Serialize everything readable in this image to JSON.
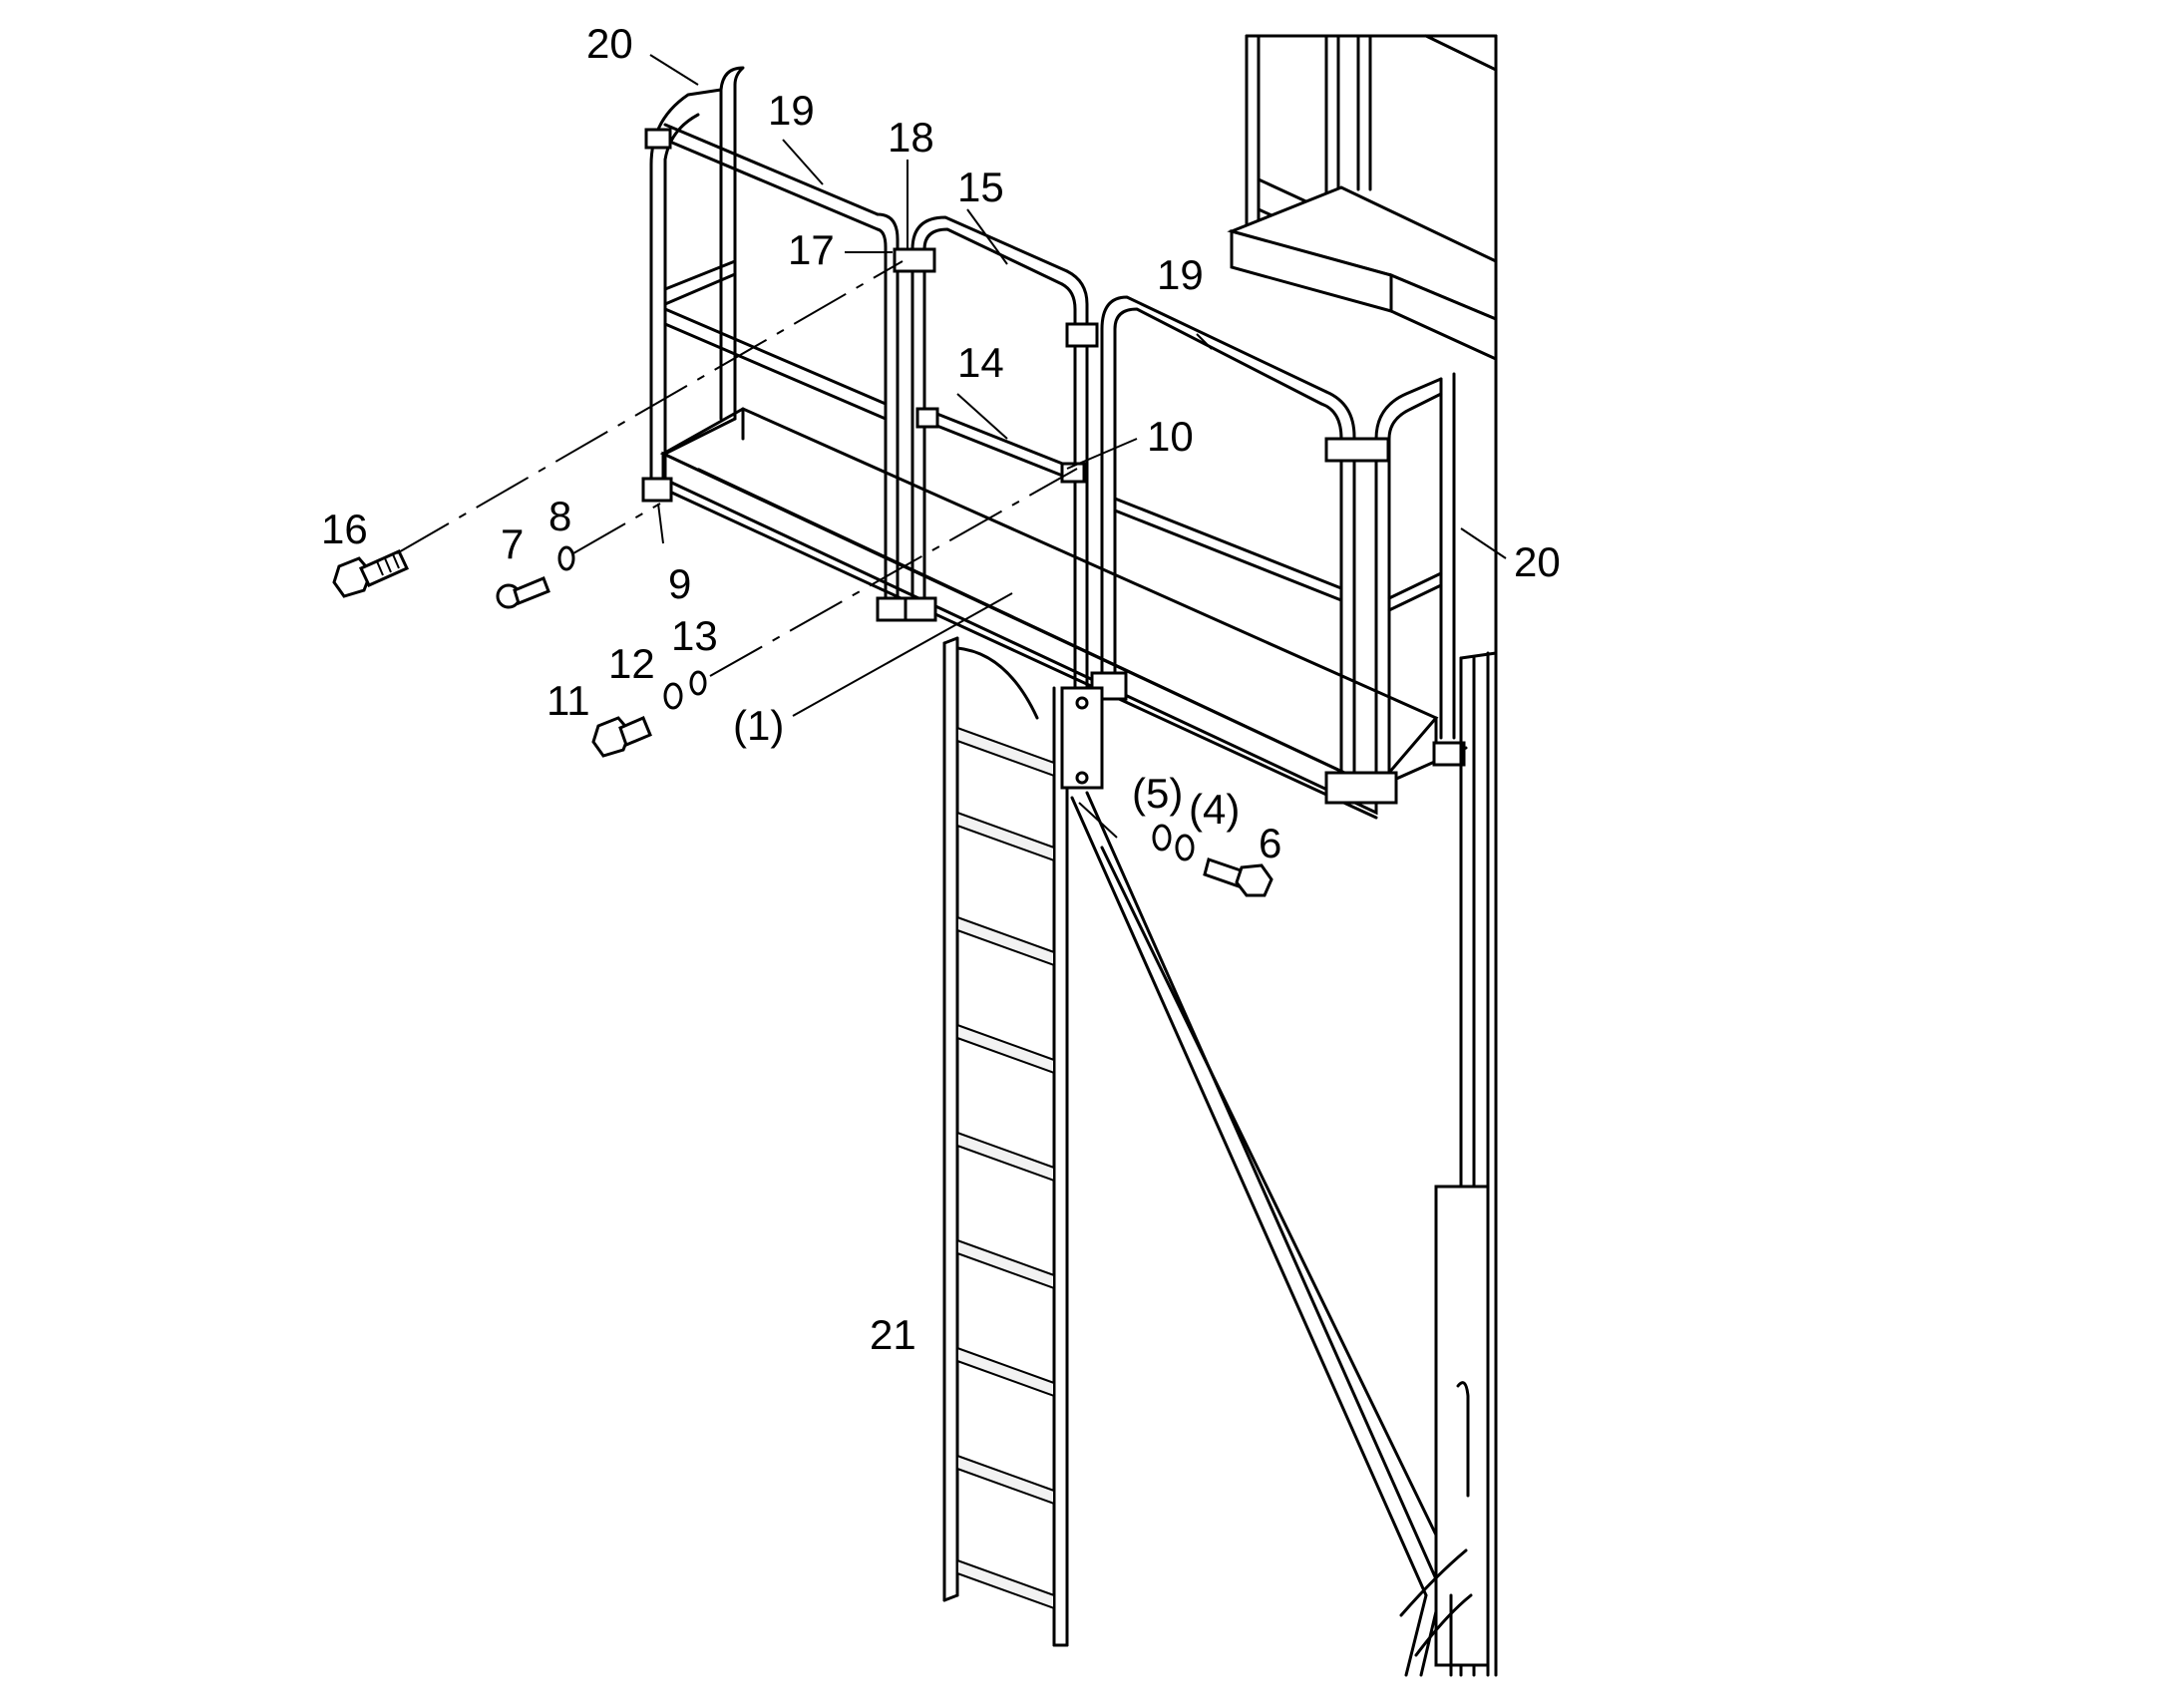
{
  "callouts": [
    {
      "id": "c20a",
      "text": "20"
    },
    {
      "id": "c19a",
      "text": "19"
    },
    {
      "id": "c18",
      "text": "18"
    },
    {
      "id": "c15",
      "text": "15"
    },
    {
      "id": "c17",
      "text": "17"
    },
    {
      "id": "c19b",
      "text": "19"
    },
    {
      "id": "c14",
      "text": "14"
    },
    {
      "id": "c10",
      "text": "10"
    },
    {
      "id": "c16",
      "text": "16"
    },
    {
      "id": "c7",
      "text": "7"
    },
    {
      "id": "c8",
      "text": "8"
    },
    {
      "id": "c9",
      "text": "9"
    },
    {
      "id": "c20b",
      "text": "20"
    },
    {
      "id": "c13",
      "text": "13"
    },
    {
      "id": "c12",
      "text": "12"
    },
    {
      "id": "c11",
      "text": "11"
    },
    {
      "id": "c1",
      "text": "(1)"
    },
    {
      "id": "c5",
      "text": "(5)"
    },
    {
      "id": "c4",
      "text": "(4)"
    },
    {
      "id": "c6",
      "text": "6"
    },
    {
      "id": "c21",
      "text": "21"
    }
  ]
}
